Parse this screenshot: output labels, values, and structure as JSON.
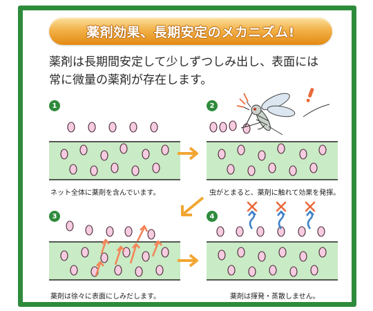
{
  "title": "薬剤効果、長期安定のメカニズム!",
  "intro": {
    "line1": "薬剤は長期間安定して少しずつしみ出し、表面には",
    "line2": "常に微量の薬剤が存在します。"
  },
  "panels": [
    {
      "number": "1",
      "caption": "ネット全体に薬剤を含んでいます。"
    },
    {
      "number": "2",
      "caption": "虫がとまると、薬剤に触れて効果を発揮。"
    },
    {
      "number": "3",
      "caption": "薬剤は徐々に表面にしみだします。"
    },
    {
      "number": "4",
      "caption": "薬剤は揮発・蒸散しません。"
    }
  ],
  "colors": {
    "frame": "#2e8b3c",
    "band": "#c9ebc5",
    "particle_fill": "#f7cce0",
    "particle_stroke": "#4a2c3a",
    "arrow": "#f2a632",
    "rising": "#f4855a",
    "blocked": "#e86a3a",
    "vapor": "#3f82c8"
  },
  "icons": [
    "mosquito-icon",
    "exclamation-icon",
    "cross-icon",
    "vapor-arrow-icon",
    "flow-arrow-icon"
  ]
}
